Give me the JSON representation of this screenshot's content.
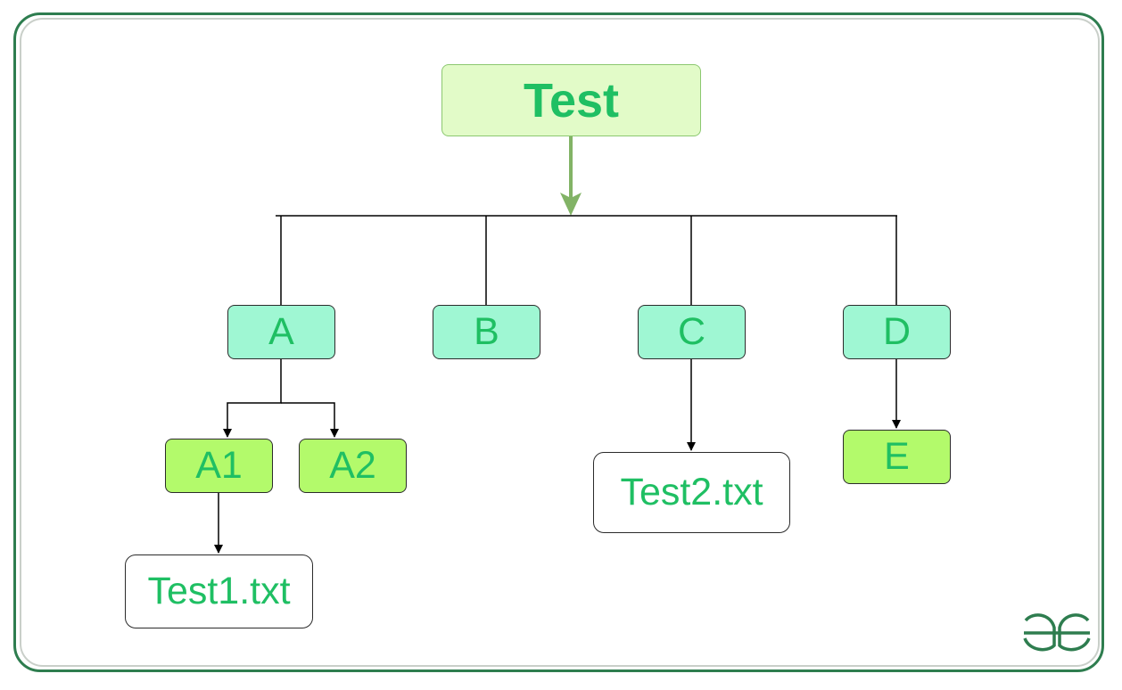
{
  "root": {
    "label": "Test"
  },
  "level1": [
    {
      "id": "a",
      "label": "A"
    },
    {
      "id": "b",
      "label": "B"
    },
    {
      "id": "c",
      "label": "C"
    },
    {
      "id": "d",
      "label": "D"
    }
  ],
  "level2": [
    {
      "id": "a1",
      "label": "A1"
    },
    {
      "id": "a2",
      "label": "A2"
    },
    {
      "id": "e",
      "label": "E"
    }
  ],
  "files": [
    {
      "id": "test1",
      "label": "Test1.txt"
    },
    {
      "id": "test2",
      "label": "Test2.txt"
    }
  ],
  "colors": {
    "text": "#1fbf63",
    "root_fill": "#e2fbc8",
    "level1_fill": "#9ff7d3",
    "level2_fill": "#b3fa6b",
    "frame": "#2e7d4f",
    "root_arrow": "#82b366"
  },
  "logo": {
    "icon": "gfg-logo-icon"
  }
}
